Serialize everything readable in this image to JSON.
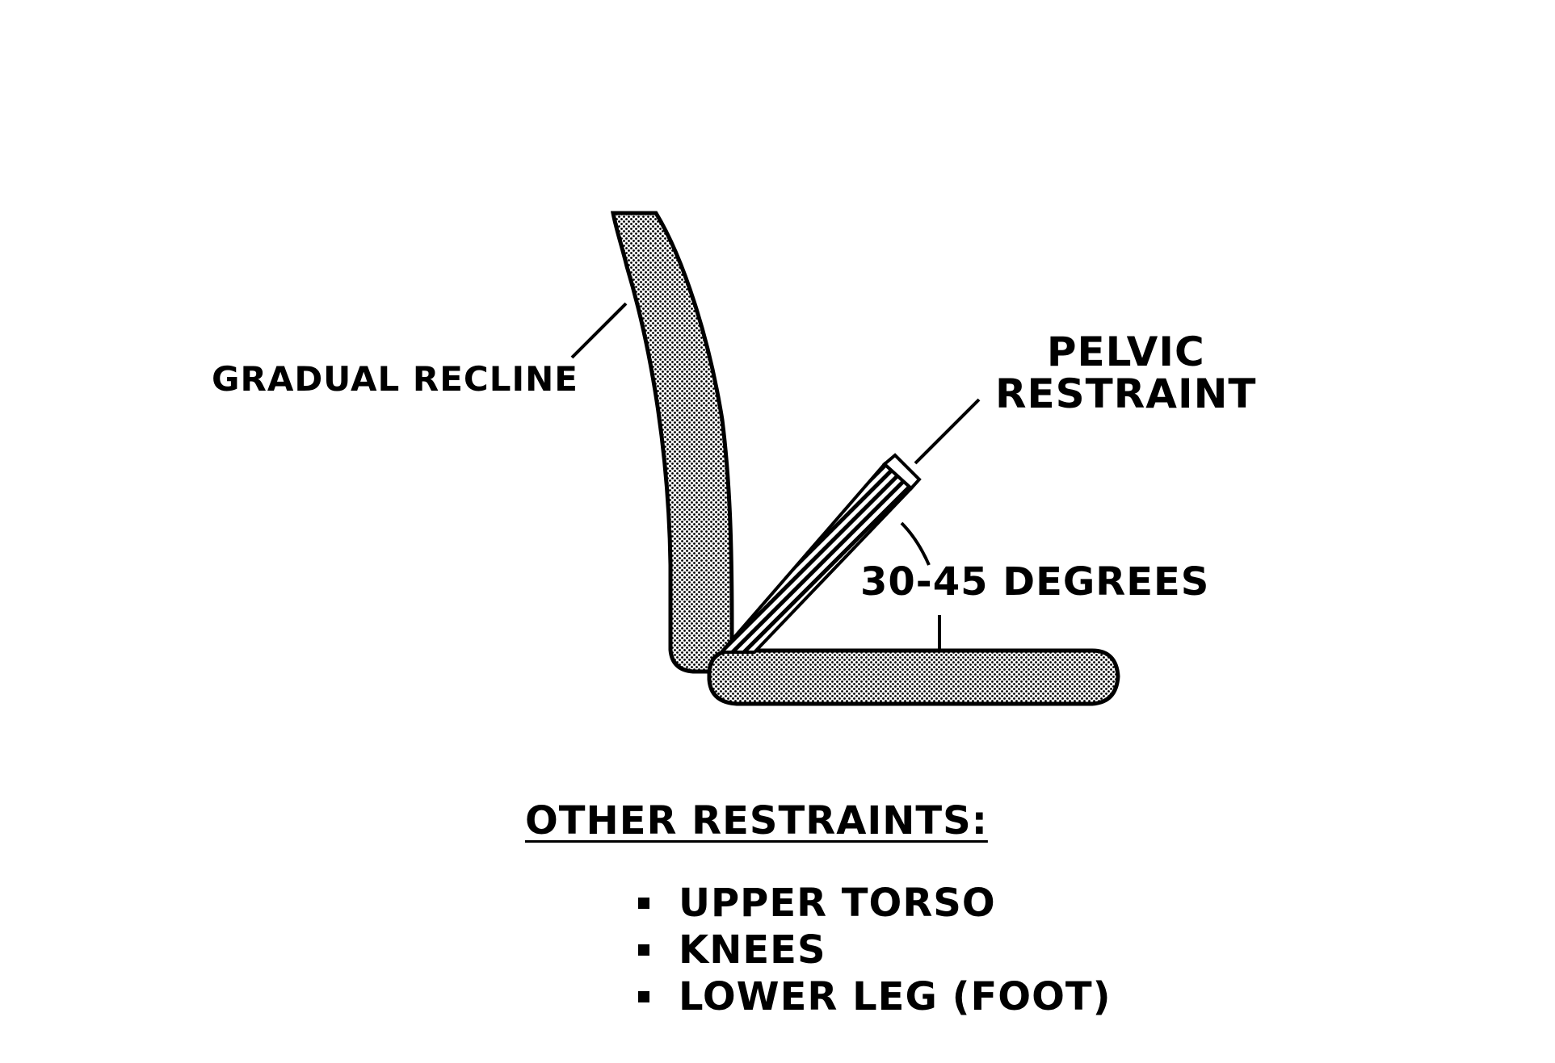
{
  "diagram": {
    "labels": {
      "gradual_recline": "GRADUAL RECLINE",
      "pelvic_line1": "PELVIC",
      "pelvic_line2": "RESTRAINT",
      "angle": "30-45 DEGREES"
    },
    "other_restraints": {
      "heading": "OTHER RESTRAINTS:",
      "items": [
        "UPPER TORSO",
        "KNEES",
        "LOWER LEG (FOOT)"
      ]
    },
    "colors": {
      "ink": "#000000",
      "background": "#ffffff",
      "stipple_fill": "#bdbdbd"
    }
  }
}
